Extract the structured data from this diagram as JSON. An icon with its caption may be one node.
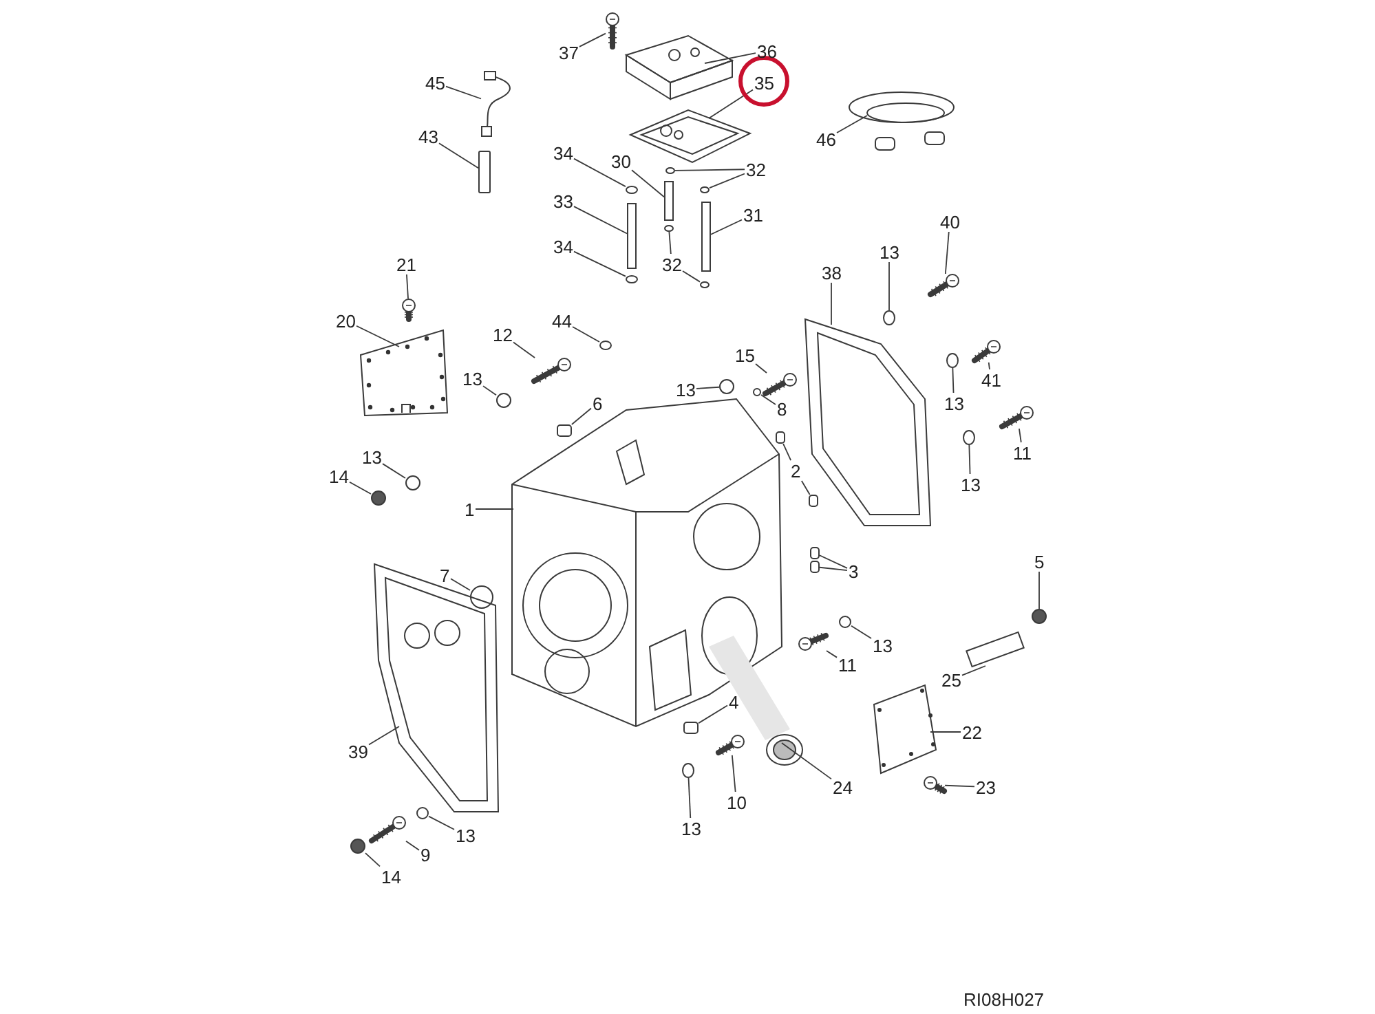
{
  "diagram": {
    "nodes": [
      {
        "text": [
          "37"
        ]
      },
      {
        "text": [
          "36"
        ]
      },
      {
        "text": [
          "35"
        ]
      },
      {
        "text": [
          "45"
        ]
      },
      {
        "text": [
          "43"
        ]
      },
      {
        "text": [
          "46"
        ]
      },
      {
        "text": [
          "34"
        ]
      },
      {
        "text": [
          "30"
        ]
      },
      {
        "text": [
          "32"
        ]
      },
      {
        "text": [
          "33"
        ]
      },
      {
        "text": [
          "31"
        ]
      },
      {
        "text": [
          "34"
        ]
      },
      {
        "text": [
          "32"
        ]
      },
      {
        "text": [
          "21"
        ]
      },
      {
        "text": [
          "20"
        ]
      },
      {
        "text": [
          "44"
        ]
      },
      {
        "text": [
          "12"
        ]
      },
      {
        "text": [
          "13"
        ]
      },
      {
        "text": [
          "40"
        ]
      },
      {
        "text": [
          "38"
        ]
      },
      {
        "text": [
          "15"
        ]
      },
      {
        "text": [
          "41"
        ]
      },
      {
        "text": [
          "13"
        ]
      },
      {
        "text": [
          "13"
        ]
      },
      {
        "text": [
          "13"
        ]
      },
      {
        "text": [
          "8"
        ]
      },
      {
        "text": [
          "6"
        ]
      },
      {
        "text": [
          "11"
        ]
      },
      {
        "text": [
          "13"
        ]
      },
      {
        "text": [
          "2"
        ]
      },
      {
        "text": [
          "13"
        ]
      },
      {
        "text": [
          "14"
        ]
      },
      {
        "text": [
          "1"
        ]
      },
      {
        "text": [
          "3"
        ]
      },
      {
        "text": [
          "7"
        ]
      },
      {
        "text": [
          "5"
        ]
      },
      {
        "text": [
          "13"
        ]
      },
      {
        "text": [
          "11"
        ]
      },
      {
        "text": [
          "25"
        ]
      },
      {
        "text": [
          "4"
        ]
      },
      {
        "text": [
          "22"
        ]
      },
      {
        "text": [
          "39"
        ]
      },
      {
        "text": [
          "24"
        ]
      },
      {
        "text": [
          "23"
        ]
      },
      {
        "text": [
          "10"
        ]
      },
      {
        "text": [
          "13"
        ]
      },
      {
        "text": [
          "13"
        ]
      },
      {
        "text": [
          "9"
        ]
      },
      {
        "text": [
          "14"
        ]
      },
      {
        "text": [],
        "shape": "picture"
      },
      {
        "text": [],
        "shape": "picture"
      },
      {
        "text": [],
        "shape": "picture"
      },
      {
        "text": [],
        "shape": "picture"
      },
      {
        "text": [],
        "shape": "box"
      },
      {
        "text": [],
        "shape": "picture"
      },
      {
        "text": [],
        "shape": "circle"
      },
      {
        "text": [],
        "shape": "box"
      },
      {
        "text": [],
        "shape": "circle"
      },
      {
        "text": [],
        "shape": "circle"
      },
      {
        "text": [],
        "shape": "box"
      },
      {
        "text": [],
        "shape": "box"
      },
      {
        "text": [],
        "shape": "circle"
      },
      {
        "text": [],
        "shape": "circle"
      },
      {
        "text": [],
        "shape": "circle"
      },
      {
        "text": [],
        "shape": "picture"
      },
      {
        "text": [],
        "shape": "picture"
      },
      {
        "text": [],
        "shape": "circle"
      },
      {
        "text": [],
        "shape": "picture"
      },
      {
        "text": [],
        "shape": "circle"
      },
      {
        "text": [],
        "shape": "picture"
      },
      {
        "text": [],
        "shape": "picture"
      },
      {
        "text": [],
        "shape": "picture"
      },
      {
        "text": [],
        "shape": "picture"
      },
      {
        "text": [],
        "shape": "circle"
      },
      {
        "text": [],
        "shape": "circle"
      },
      {
        "text": [],
        "shape": "circle"
      },
      {
        "text": [],
        "shape": "circle"
      },
      {
        "text": [],
        "shape": "box"
      },
      {
        "text": [],
        "shape": "picture"
      },
      {
        "text": [],
        "shape": "circle"
      },
      {
        "text": [],
        "shape": "box"
      },
      {
        "text": [],
        "shape": "box"
      },
      {
        "text": [],
        "shape": "circle"
      },
      {
        "text": [],
        "shape": "circle"
      },
      {
        "text": [],
        "shape": "picture"
      },
      {
        "text": [],
        "shape": "box"
      },
      {
        "text": [],
        "shape": "box"
      },
      {
        "text": [],
        "shape": "circle"
      },
      {
        "text": [],
        "shape": "circle"
      },
      {
        "text": [],
        "shape": "circle"
      },
      {
        "text": [],
        "shape": "picture"
      },
      {
        "text": [],
        "shape": "box"
      },
      {
        "text": [],
        "shape": "box"
      },
      {
        "text": [],
        "shape": "picture"
      },
      {
        "text": [],
        "shape": "picture"
      },
      {
        "text": [],
        "shape": "picture"
      },
      {
        "text": [],
        "shape": "picture"
      },
      {
        "text": [],
        "shape": "picture"
      },
      {
        "text": [],
        "shape": "circle"
      },
      {
        "text": [],
        "shape": "circle"
      },
      {
        "text": [],
        "shape": "picture"
      },
      {
        "text": [],
        "shape": "circle"
      }
    ],
    "edges": [
      {
        "from": 0,
        "to": 49,
        "arrow": "none"
      },
      {
        "from": 1,
        "to": 50,
        "arrow": "none"
      },
      {
        "from": 2,
        "to": 51,
        "arrow": "none"
      },
      {
        "from": 3,
        "to": 52,
        "arrow": "none"
      },
      {
        "from": 4,
        "to": 53,
        "arrow": "none"
      },
      {
        "from": 5,
        "to": 54,
        "arrow": "none"
      },
      {
        "from": 6,
        "to": 55,
        "arrow": "none"
      },
      {
        "from": 7,
        "to": 56,
        "arrow": "none"
      },
      {
        "from": 8,
        "to": 57,
        "arrow": "none"
      },
      {
        "from": 8,
        "to": 58,
        "arrow": "none"
      },
      {
        "from": 9,
        "to": 59,
        "arrow": "none"
      },
      {
        "from": 10,
        "to": 60,
        "arrow": "none"
      },
      {
        "from": 11,
        "to": 61,
        "arrow": "none"
      },
      {
        "from": 12,
        "to": 62,
        "arrow": "none"
      },
      {
        "from": 12,
        "to": 63,
        "arrow": "none"
      },
      {
        "from": 13,
        "to": 64,
        "arrow": "none"
      },
      {
        "from": 14,
        "to": 65,
        "arrow": "none"
      },
      {
        "from": 15,
        "to": 66,
        "arrow": "none"
      },
      {
        "from": 16,
        "to": 67,
        "arrow": "none"
      },
      {
        "from": 17,
        "to": 68,
        "arrow": "none"
      },
      {
        "from": 18,
        "to": 69,
        "arrow": "none"
      },
      {
        "from": 19,
        "to": 70,
        "arrow": "none"
      },
      {
        "from": 20,
        "to": 71,
        "arrow": "none"
      },
      {
        "from": 21,
        "to": 72,
        "arrow": "none"
      },
      {
        "from": 22,
        "to": 73,
        "arrow": "none"
      },
      {
        "from": 23,
        "to": 74,
        "arrow": "none"
      },
      {
        "from": 24,
        "to": 75,
        "arrow": "none"
      },
      {
        "from": 25,
        "to": 76,
        "arrow": "none"
      },
      {
        "from": 26,
        "to": 77,
        "arrow": "none"
      },
      {
        "from": 27,
        "to": 78,
        "arrow": "none"
      },
      {
        "from": 28,
        "to": 79,
        "arrow": "none"
      },
      {
        "from": 29,
        "to": 80,
        "arrow": "none"
      },
      {
        "from": 29,
        "to": 81,
        "arrow": "none"
      },
      {
        "from": 30,
        "to": 82,
        "arrow": "none"
      },
      {
        "from": 31,
        "to": 83,
        "arrow": "none"
      },
      {
        "from": 32,
        "to": 84,
        "arrow": "none"
      },
      {
        "from": 33,
        "to": 85,
        "arrow": "none"
      },
      {
        "from": 33,
        "to": 86,
        "arrow": "none"
      },
      {
        "from": 34,
        "to": 87,
        "arrow": "none"
      },
      {
        "from": 35,
        "to": 88,
        "arrow": "none"
      },
      {
        "from": 36,
        "to": 89,
        "arrow": "none"
      },
      {
        "from": 37,
        "to": 90,
        "arrow": "none"
      },
      {
        "from": 38,
        "to": 91,
        "arrow": "none"
      },
      {
        "from": 39,
        "to": 92,
        "arrow": "none"
      },
      {
        "from": 40,
        "to": 93,
        "arrow": "none"
      },
      {
        "from": 41,
        "to": 94,
        "arrow": "none"
      },
      {
        "from": 42,
        "to": 95,
        "arrow": "none"
      },
      {
        "from": 43,
        "to": 96,
        "arrow": "none"
      },
      {
        "from": 44,
        "to": 97,
        "arrow": "none"
      },
      {
        "from": 45,
        "to": 98,
        "arrow": "none"
      },
      {
        "from": 46,
        "to": 99,
        "arrow": "none"
      },
      {
        "from": 47,
        "to": 100,
        "arrow": "none"
      },
      {
        "from": 48,
        "to": 101,
        "arrow": "none"
      }
    ],
    "labels": [
      "RI08H027"
    ]
  }
}
